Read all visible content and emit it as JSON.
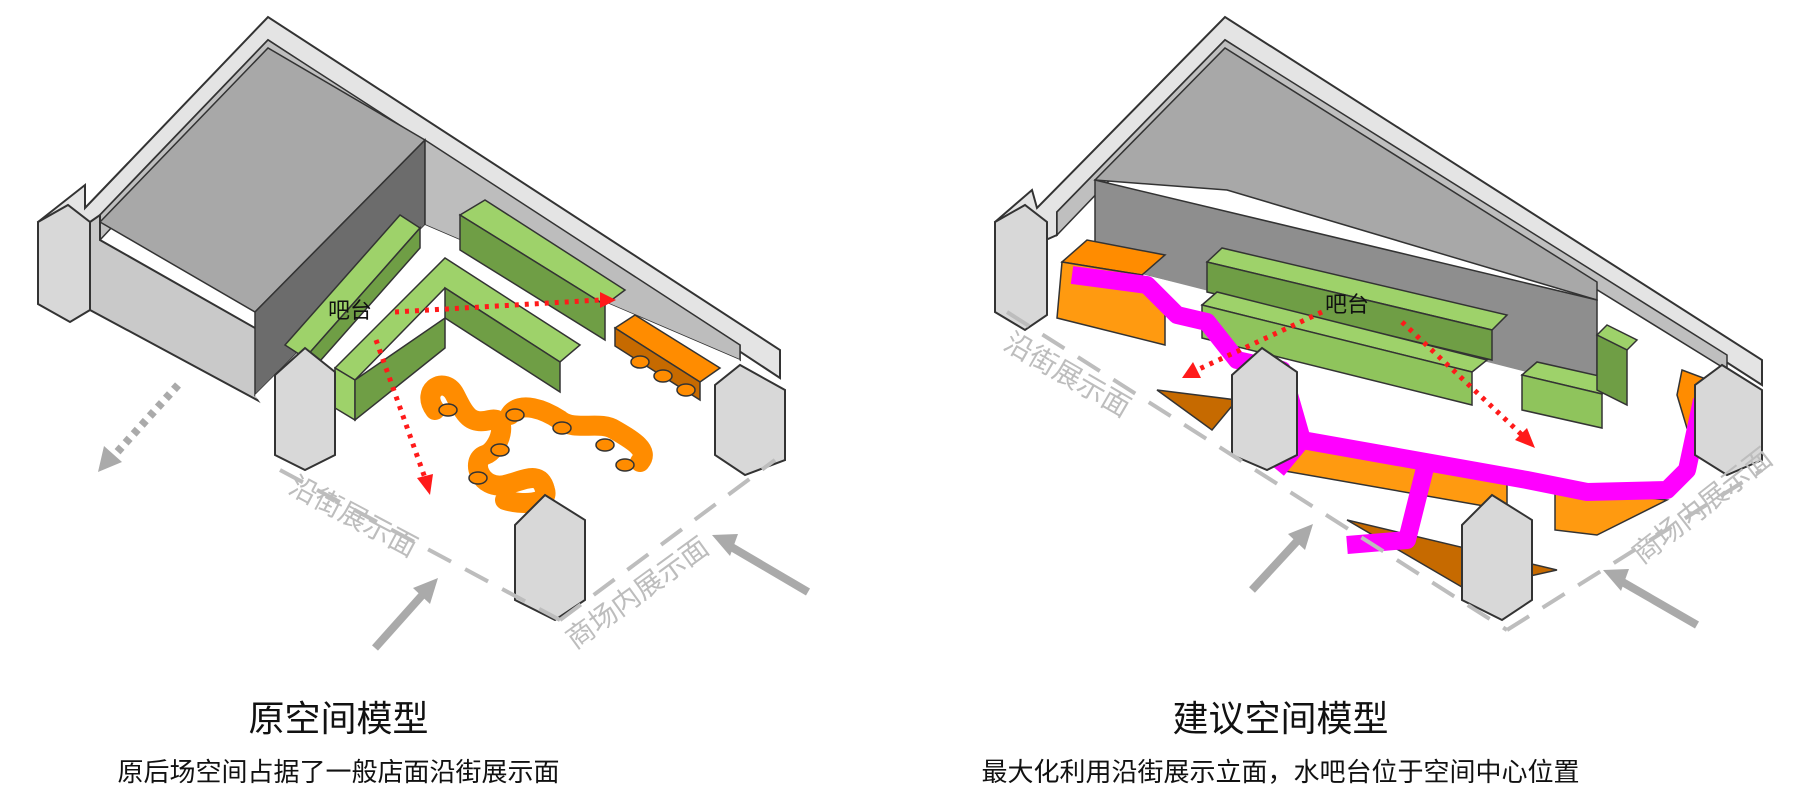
{
  "left": {
    "title": "原空间模型",
    "subtitle": "原后场空间占据了一般店面沿街展示面",
    "bar_label": "吧台",
    "street_label": "沿街展示面",
    "mall_label": "商场内展示面"
  },
  "right": {
    "title": "建议空间模型",
    "subtitle": "最大化利用沿街展示立面，水吧台位于空间中心位置",
    "bar_label": "吧台",
    "street_label": "沿街展示面",
    "mall_label": "商场内展示面"
  },
  "colors": {
    "wall": "#cfcfcf",
    "wall_dark": "#8e8e8e",
    "green": "#9ed26a",
    "green_dark": "#6f9e45",
    "orange": "#ff8c00",
    "orange_dark": "#c66a00",
    "magenta": "#ff00ff",
    "arrow_red": "#ff1a1a",
    "arrow_gray": "#aaaaaa"
  }
}
